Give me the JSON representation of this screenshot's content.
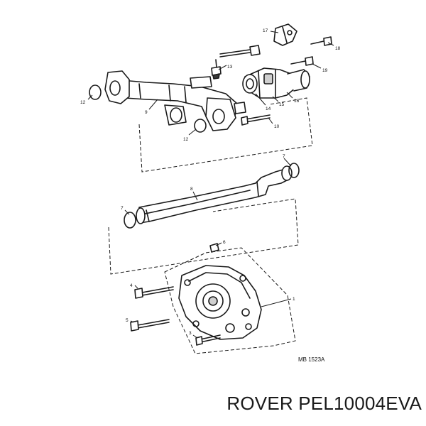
{
  "diagram": {
    "reference": "MB 1523A",
    "callouts": {
      "c1": "1",
      "c3": "3",
      "c4": "4",
      "c5": "5",
      "c6": "6",
      "c7a": "7",
      "c7b": "7",
      "c8": "8",
      "c9": "9",
      "c10": "10",
      "c12a": "12",
      "c12b": "12",
      "c13": "13",
      "c14": "14",
      "c15": "15",
      "c16": "16",
      "c17": "17",
      "c18": "18",
      "c19": "19"
    }
  },
  "caption": {
    "text": "ROVER PEL10004EVA"
  }
}
